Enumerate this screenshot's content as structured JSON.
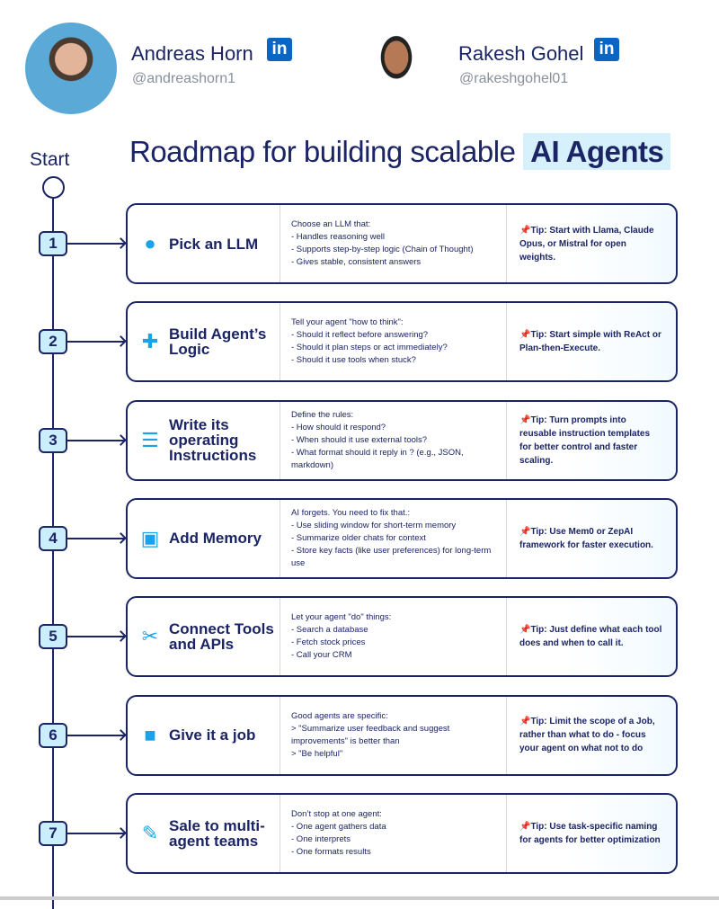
{
  "authors": [
    {
      "name": "Andreas Horn",
      "handle": "@andreashorn1",
      "badge": "in"
    },
    {
      "name": "Rakesh Gohel",
      "handle": "@rakeshgohel01",
      "badge": "in"
    }
  ],
  "start_label": "Start",
  "title": {
    "main": "Roadmap for building scalable",
    "highlight": "AI Agents"
  },
  "accent": "#1aa3e8",
  "navy": "#1b2464",
  "highlight_bg": "#d6f1fc",
  "steps": [
    {
      "num": "1",
      "icon": "brain-icon",
      "title": "Pick an LLM",
      "lines": [
        "Choose an LLM that:",
        "- Handles reasoning well",
        "- Supports step-by-step logic (Chain of Thought)",
        "- Gives stable, consistent answers"
      ],
      "tip": "Tip:  Start with Llama, Claude Opus, or Mistral for open weights."
    },
    {
      "num": "2",
      "icon": "puzzle-icon",
      "title": "Build Agent’s Logic",
      "lines": [
        "Tell your agent \"how to think\":",
        "- Should it reflect before answering?",
        "- Should it plan steps or act immediately?",
        "- Should it use tools when stuck?"
      ],
      "tip": "Tip:  Start simple with ReAct or Plan-then-Execute."
    },
    {
      "num": "3",
      "icon": "sliders-icon",
      "title": "Write its operating Instructions",
      "lines": [
        "Define the rules:",
        "- How should it respond?",
        "- When should it use external tools?",
        "- What format should it reply in ? (e.g., JSON, markdown)"
      ],
      "tip": "Tip: Turn prompts into reusable instruction templates for better control and faster scaling."
    },
    {
      "num": "4",
      "icon": "chip-icon",
      "title": "Add Memory",
      "lines": [
        "AI forgets. You need to fix that.:",
        "- Use sliding window for short-term memory",
        "- Summarize older chats for context",
        "- Store key facts (like user preferences) for long-term use"
      ],
      "tip": "Tip:  Use Mem0 or ZepAI framework for faster execution."
    },
    {
      "num": "5",
      "icon": "tools-icon",
      "title": "Connect Tools and APIs",
      "lines": [
        "Let your agent \"do\" things:",
        "- Search a database",
        "- Fetch stock prices",
        "- Call your CRM"
      ],
      "tip": "Tip:  Just define what each tool does and when to call it."
    },
    {
      "num": "6",
      "icon": "briefcase-icon",
      "title": "Give it a job",
      "lines": [
        "Good agents are specific:",
        "> \"Summarize user feedback and suggest improvements\"  is better than",
        "> \"Be helpful\""
      ],
      "tip": "Tip: Limit the scope of a Job, rather than what to do - focus your agent on what not to do"
    },
    {
      "num": "7",
      "icon": "broom-icon",
      "title": "Sale to multi-agent teams",
      "lines": [
        "Don’t stop at one agent:",
        "- One agent gathers data",
        "- One interprets",
        "- One formats results"
      ],
      "tip": "Tip: Use task-specific naming for agents for better optimization"
    }
  ]
}
